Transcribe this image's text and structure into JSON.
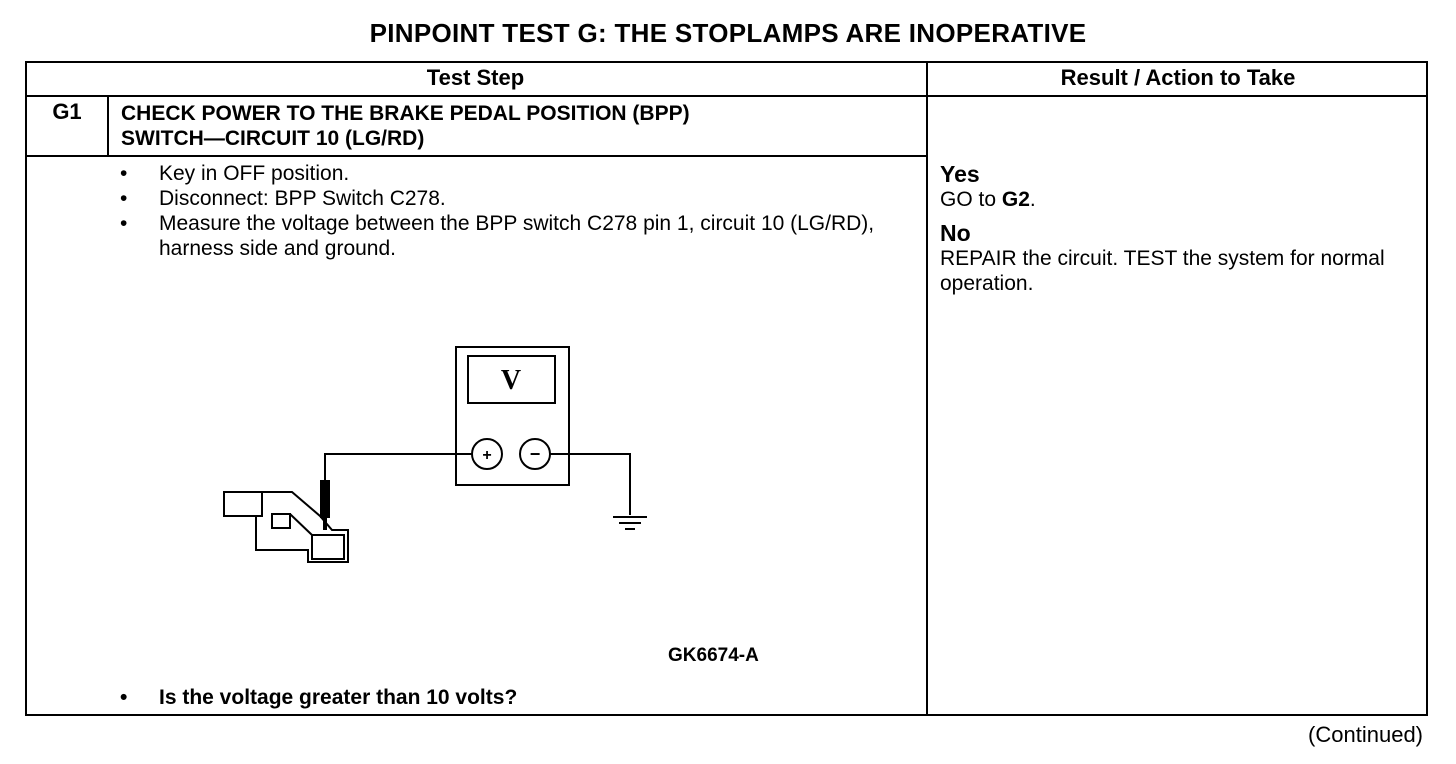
{
  "title": "PINPOINT TEST G: THE STOPLAMPS ARE INOPERATIVE",
  "headers": {
    "test_step": "Test Step",
    "result_action": "Result / Action to Take"
  },
  "step": {
    "id": "G1",
    "title_line1": "CHECK POWER TO THE BRAKE PEDAL POSITION (BPP)",
    "title_line2": "SWITCH—CIRCUIT 10 (LG/RD)",
    "bullets": [
      "Key in OFF position.",
      "Disconnect: BPP Switch C278.",
      "Measure the voltage between the BPP switch C278 pin 1, circuit 10 (LG/RD), harness side and ground."
    ],
    "figure_id": "GK6674-A",
    "question": "Is the voltage greater than 10 volts?"
  },
  "result": {
    "yes_label": "Yes",
    "yes_prefix": "GO to ",
    "yes_target": "G2",
    "yes_suffix": ".",
    "no_label": "No",
    "no_text": "REPAIR the circuit. TEST the system for normal operation."
  },
  "meter": {
    "display": "V",
    "plus": "+",
    "minus": "−"
  },
  "footer": {
    "continued": "(Continued)"
  }
}
